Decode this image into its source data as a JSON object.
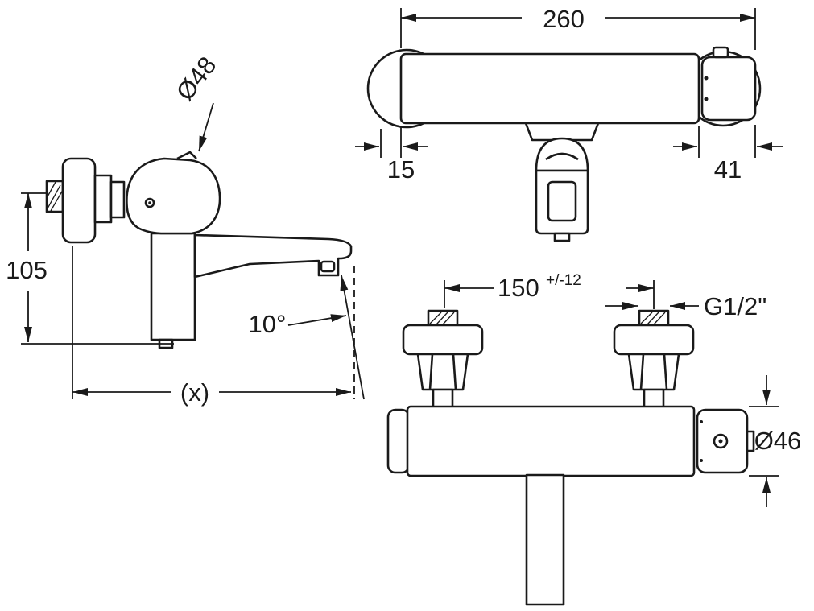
{
  "drawing": {
    "front": {
      "width": "260",
      "offset_left": "15",
      "offset_right": "41"
    },
    "side": {
      "handle_diameter": "Ø48",
      "height": "105",
      "reach": "(x)",
      "spout_angle": "10°"
    },
    "plan": {
      "center_distance": "150",
      "center_distance_tolerance": "+/-12",
      "thread_size": "G1/2\"",
      "body_diameter": "Ø46"
    }
  },
  "colors": {
    "line": "#1a1a1a",
    "background": "#ffffff"
  }
}
